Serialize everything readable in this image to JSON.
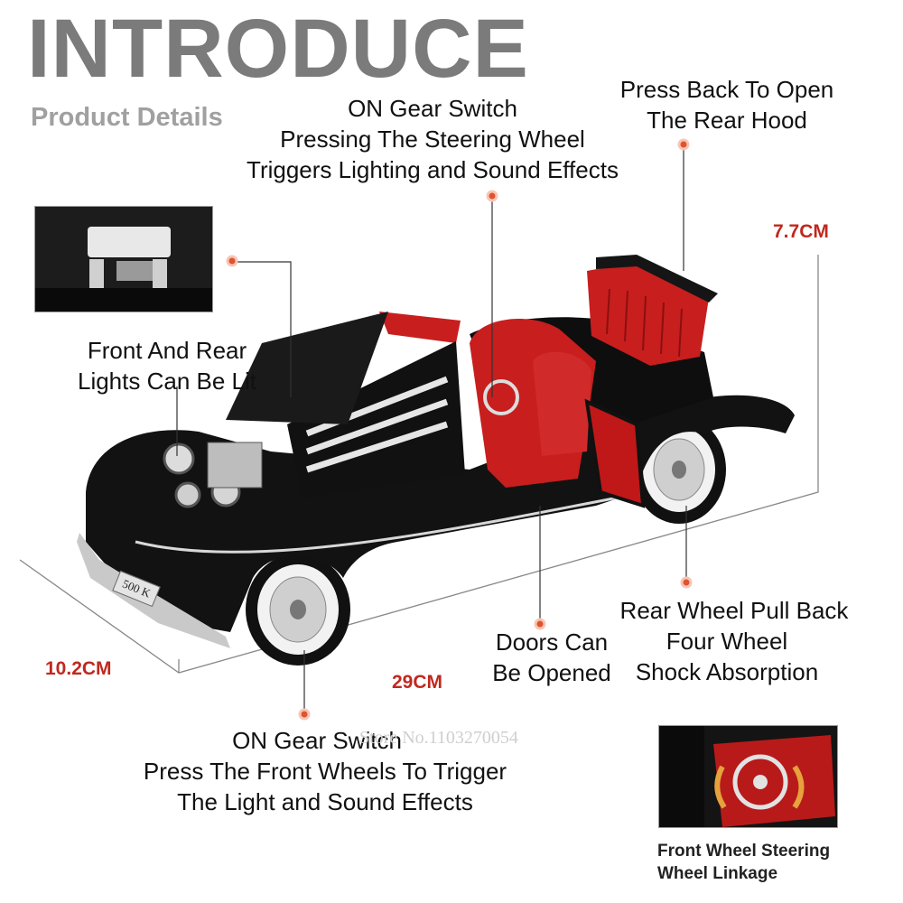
{
  "header": {
    "title": "INTRODUCE",
    "subtitle": "Product Details"
  },
  "callouts": {
    "steering": [
      "ON Gear Switch",
      "Pressing The Steering Wheel",
      "Triggers Lighting and Sound Effects"
    ],
    "rear_hood": [
      "Press Back To Open",
      "The Rear Hood"
    ],
    "lights": [
      "Front And Rear",
      "Lights Can Be Lit"
    ],
    "rear_wheel": [
      "Rear Wheel Pull Back",
      "Four Wheel",
      "Shock Absorption"
    ],
    "doors": [
      "Doors Can",
      "Be Opened"
    ],
    "front_wheel": [
      "ON Gear Switch",
      "Press The Front Wheels To Trigger",
      "The Light and Sound Effects"
    ]
  },
  "dimensions": {
    "height": "7.7CM",
    "width": "10.2CM",
    "length": "29CM"
  },
  "plate_text": "500 K",
  "watermark": "Store No.1103270054",
  "inset_caption": [
    "Front Wheel Steering",
    "Wheel Linkage"
  ],
  "colors": {
    "title_gray": "#7b7b7b",
    "accent_red": "#c0281e",
    "dot_orange": "#e0532c",
    "body_black": "#111111",
    "seat_red": "#c81e1e"
  }
}
